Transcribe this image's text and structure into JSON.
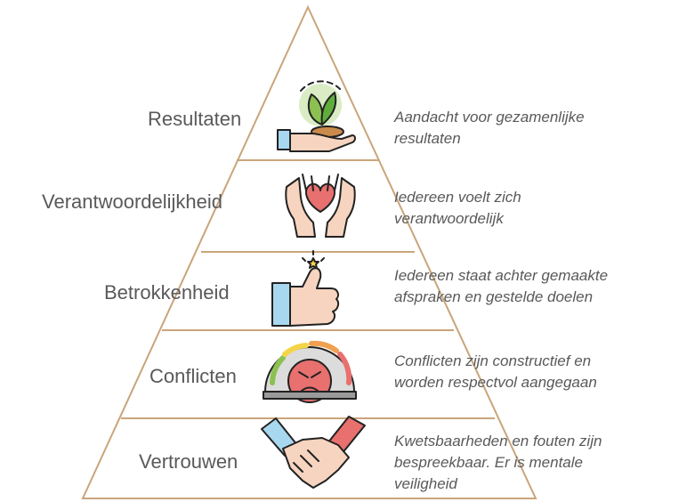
{
  "levels": [
    {
      "label": "Resultaten",
      "description": "Aandacht voor gezamenlijke\nresultaten",
      "icon": "plant-in-hand-icon"
    },
    {
      "label": "Verantwoordelijkheid",
      "description": "Iedereen voelt zich\nverantwoordelijk",
      "icon": "heart-in-hands-icon"
    },
    {
      "label": "Betrokkenheid",
      "description": "Iedereen staat achter gemaakte\nafspraken en gestelde doelen",
      "icon": "thumbs-up-icon"
    },
    {
      "label": "Conflicten",
      "description": "Conflicten zijn constructief en\nworden respectvol aangegaan",
      "icon": "angry-gauge-icon"
    },
    {
      "label": "Vertrouwen",
      "description": "Kwetsbaarheden en fouten zijn\nbespreekbaar. Er is mentale\nveiligheid",
      "icon": "handshake-icon"
    }
  ],
  "colors": {
    "outline": "#c9a57a",
    "text": "#595959"
  }
}
